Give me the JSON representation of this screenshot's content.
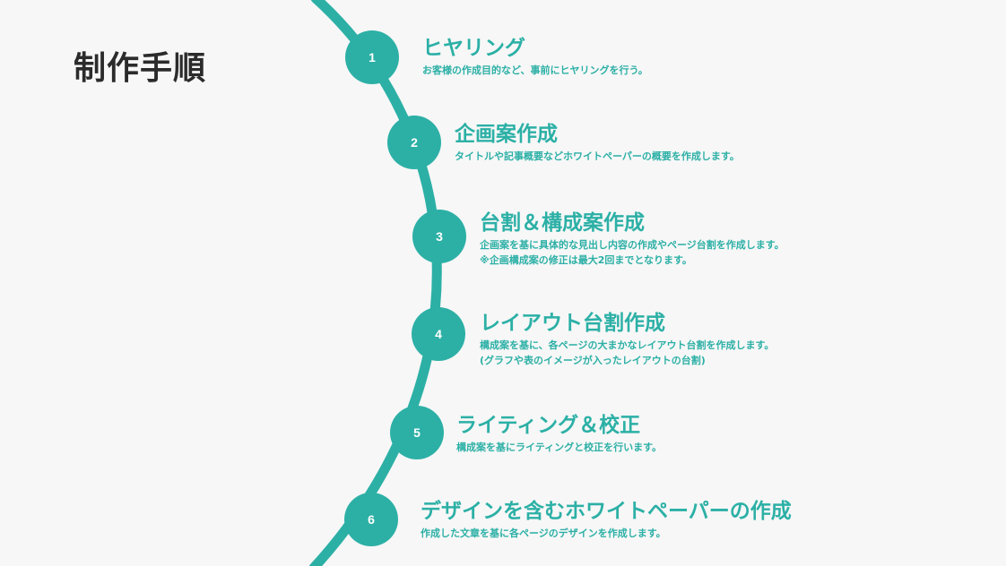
{
  "page": {
    "title": "制作手順",
    "accent_color": "#2cb0a6",
    "title_color": "#2b2b2b",
    "background": "#f7f7f7"
  },
  "steps": [
    {
      "number": "1",
      "title": "ヒヤリング",
      "lines": [
        "お客様の作成目的など、事前にヒヤリングを行う。"
      ]
    },
    {
      "number": "2",
      "title": "企画案作成",
      "lines": [
        "タイトルや記事概要などホワイトペーパーの概要を作成します。"
      ]
    },
    {
      "number": "3",
      "title": "台割＆構成案作成",
      "lines": [
        "企画案を基に具体的な見出し内容の作成やページ台割を作成します。",
        "※企画構成案の修正は最大2回までとなります。"
      ]
    },
    {
      "number": "4",
      "title": "レイアウト台割作成",
      "lines": [
        "構成案を基に、各ページの大まかなレイアウト台割を作成します。",
        "(グラフや表のイメージが入ったレイアウトの台割)"
      ]
    },
    {
      "number": "5",
      "title": "ライティング＆校正",
      "lines": [
        "構成案を基にライティングと校正を行います。"
      ]
    },
    {
      "number": "6",
      "title": "デザインを含むホワイトペーパーの作成",
      "lines": [
        "作成した文章を基に各ページのデザインを作成します。"
      ]
    }
  ]
}
